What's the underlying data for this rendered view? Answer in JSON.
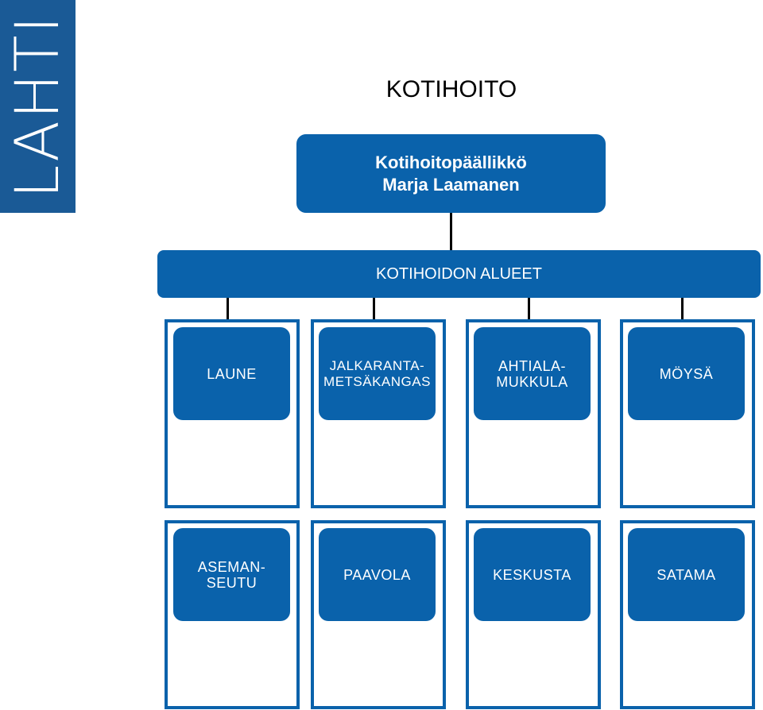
{
  "logo": {
    "text": "LAHTI"
  },
  "title": "KOTIHOITO",
  "chief": {
    "role": "Kotihoitopäällikkö",
    "name": "Marja Laamanen"
  },
  "areas_header": "KOTIHOIDON ALUEET",
  "areas": [
    {
      "label": "LAUNE"
    },
    {
      "label": "JALKARANTA-\nMETSÄKANGAS"
    },
    {
      "label": "AHTIALA-\nMUKKULA"
    },
    {
      "label": "MÖYSÄ"
    },
    {
      "label": "ASEMAN-\nSEUTU"
    },
    {
      "label": "PAAVOLA"
    },
    {
      "label": "KESKUSTA"
    },
    {
      "label": "SATAMA"
    }
  ],
  "colors": {
    "primary": "#0a62ab",
    "logo_bg": "#1a5a96"
  }
}
